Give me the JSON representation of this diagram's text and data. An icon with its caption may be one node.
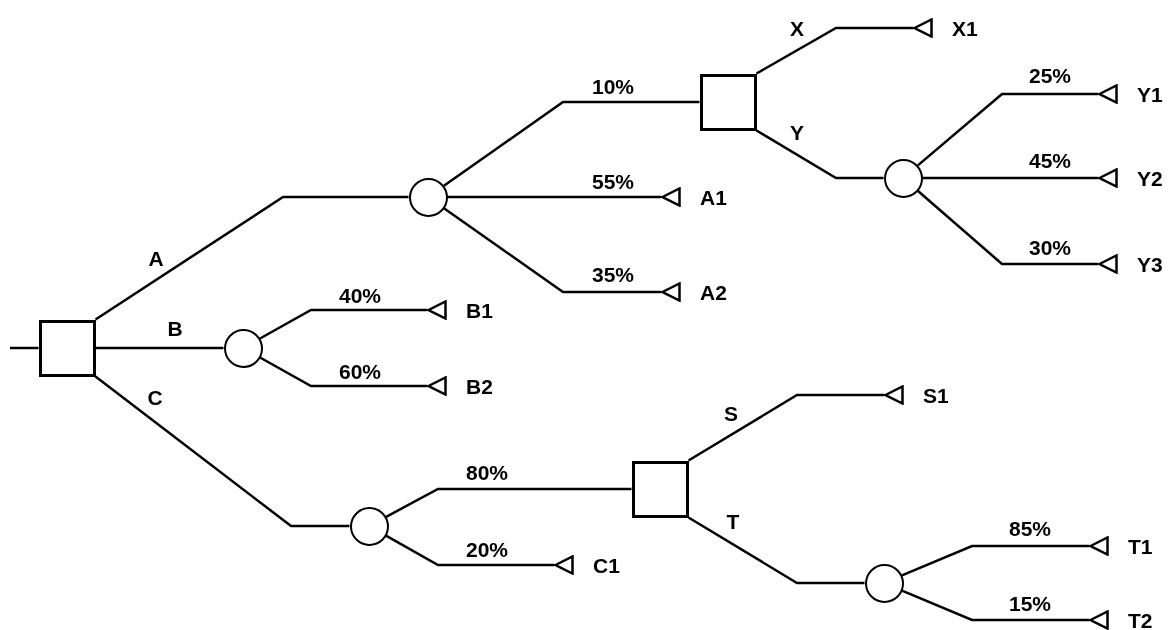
{
  "diagram": {
    "nodes": [
      {
        "text": [],
        "shape": "box"
      },
      {
        "text": [],
        "shape": "circle"
      },
      {
        "text": [],
        "shape": "box"
      },
      {
        "text": [],
        "shape": "triangle",
        "beside": [
          "X1"
        ]
      },
      {
        "text": [],
        "shape": "circle"
      },
      {
        "text": [],
        "shape": "triangle",
        "beside": [
          "Y1"
        ]
      },
      {
        "text": [],
        "shape": "triangle",
        "beside": [
          "Y2"
        ]
      },
      {
        "text": [],
        "shape": "triangle",
        "beside": [
          "Y3"
        ]
      },
      {
        "text": [],
        "shape": "triangle",
        "beside": [
          "A1"
        ]
      },
      {
        "text": [],
        "shape": "triangle",
        "beside": [
          "A2"
        ]
      },
      {
        "text": [],
        "shape": "circle"
      },
      {
        "text": [],
        "shape": "triangle",
        "beside": [
          "B1"
        ]
      },
      {
        "text": [],
        "shape": "triangle",
        "beside": [
          "B2"
        ]
      },
      {
        "text": [],
        "shape": "circle"
      },
      {
        "text": [],
        "shape": "box"
      },
      {
        "text": [],
        "shape": "triangle",
        "beside": [
          "S1"
        ]
      },
      {
        "text": [],
        "shape": "circle"
      },
      {
        "text": [],
        "shape": "triangle",
        "beside": [
          "T1"
        ]
      },
      {
        "text": [],
        "shape": "triangle",
        "beside": [
          "T2"
        ]
      },
      {
        "text": [],
        "shape": "triangle",
        "beside": [
          "C1"
        ]
      }
    ],
    "edges": [
      {
        "from": null,
        "to": 0,
        "arrow": "none"
      },
      {
        "from": 0,
        "to": 1,
        "arrow": "none",
        "label": "A"
      },
      {
        "from": 1,
        "to": 2,
        "arrow": "none",
        "label": "10%"
      },
      {
        "from": 2,
        "to": 3,
        "arrow": "none",
        "label": "X"
      },
      {
        "from": 2,
        "to": 4,
        "arrow": "none",
        "label": "Y"
      },
      {
        "from": 4,
        "to": 5,
        "arrow": "none",
        "label": "25%"
      },
      {
        "from": 4,
        "to": 6,
        "arrow": "none",
        "label": "45%"
      },
      {
        "from": 4,
        "to": 7,
        "arrow": "none",
        "label": "30%"
      },
      {
        "from": 1,
        "to": 8,
        "arrow": "none",
        "label": "55%"
      },
      {
        "from": 1,
        "to": 9,
        "arrow": "none",
        "label": "35%"
      },
      {
        "from": 0,
        "to": 10,
        "arrow": "none",
        "label": "B"
      },
      {
        "from": 10,
        "to": 11,
        "arrow": "none",
        "label": "40%"
      },
      {
        "from": 10,
        "to": 12,
        "arrow": "none",
        "label": "60%"
      },
      {
        "from": 0,
        "to": 13,
        "arrow": "none",
        "label": "C"
      },
      {
        "from": 13,
        "to": 14,
        "arrow": "none",
        "label": "80%"
      },
      {
        "from": 14,
        "to": 15,
        "arrow": "none",
        "label": "S"
      },
      {
        "from": 14,
        "to": 16,
        "arrow": "none",
        "label": "T"
      },
      {
        "from": 16,
        "to": 17,
        "arrow": "none",
        "label": "85%"
      },
      {
        "from": 16,
        "to": 18,
        "arrow": "none",
        "label": "15%"
      },
      {
        "from": 13,
        "to": 19,
        "arrow": "none",
        "label": "20%"
      }
    ]
  }
}
